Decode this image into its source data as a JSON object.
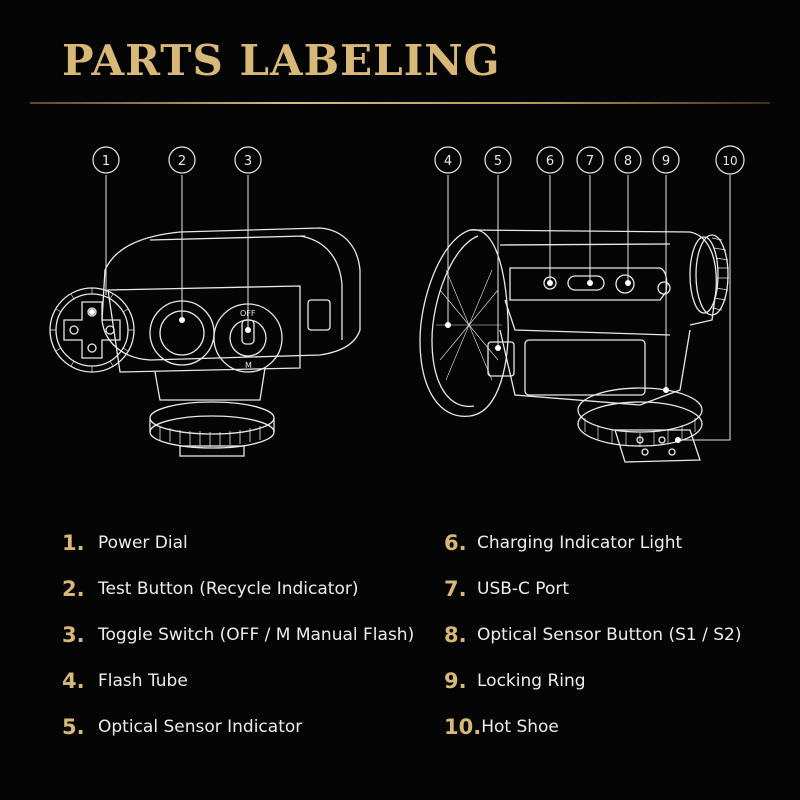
{
  "header": {
    "title": "PARTS LABELING"
  },
  "callouts": [
    "1",
    "2",
    "3",
    "4",
    "5",
    "6",
    "7",
    "8",
    "9",
    "10"
  ],
  "device_labels": {
    "switch_off": "OFF",
    "switch_m": "M"
  },
  "legend": {
    "left": [
      {
        "num": "1.",
        "label": "Power Dial"
      },
      {
        "num": "2.",
        "label": "Test Button (Recycle Indicator)"
      },
      {
        "num": "3.",
        "label": "Toggle Switch (OFF / M Manual Flash)"
      },
      {
        "num": "4.",
        "label": "Flash Tube"
      },
      {
        "num": "5.",
        "label": "Optical Sensor Indicator"
      }
    ],
    "right": [
      {
        "num": "6.",
        "label": "Charging Indicator Light"
      },
      {
        "num": "7.",
        "label": "USB-C Port"
      },
      {
        "num": "8.",
        "label": "Optical Sensor Button (S1 / S2)"
      },
      {
        "num": "9.",
        "label": "Locking Ring"
      },
      {
        "num": "10.",
        "label": "Hot Shoe"
      }
    ]
  },
  "colors": {
    "accent": "#d8b877",
    "background": "#050505",
    "line": "#e8e8e8"
  }
}
